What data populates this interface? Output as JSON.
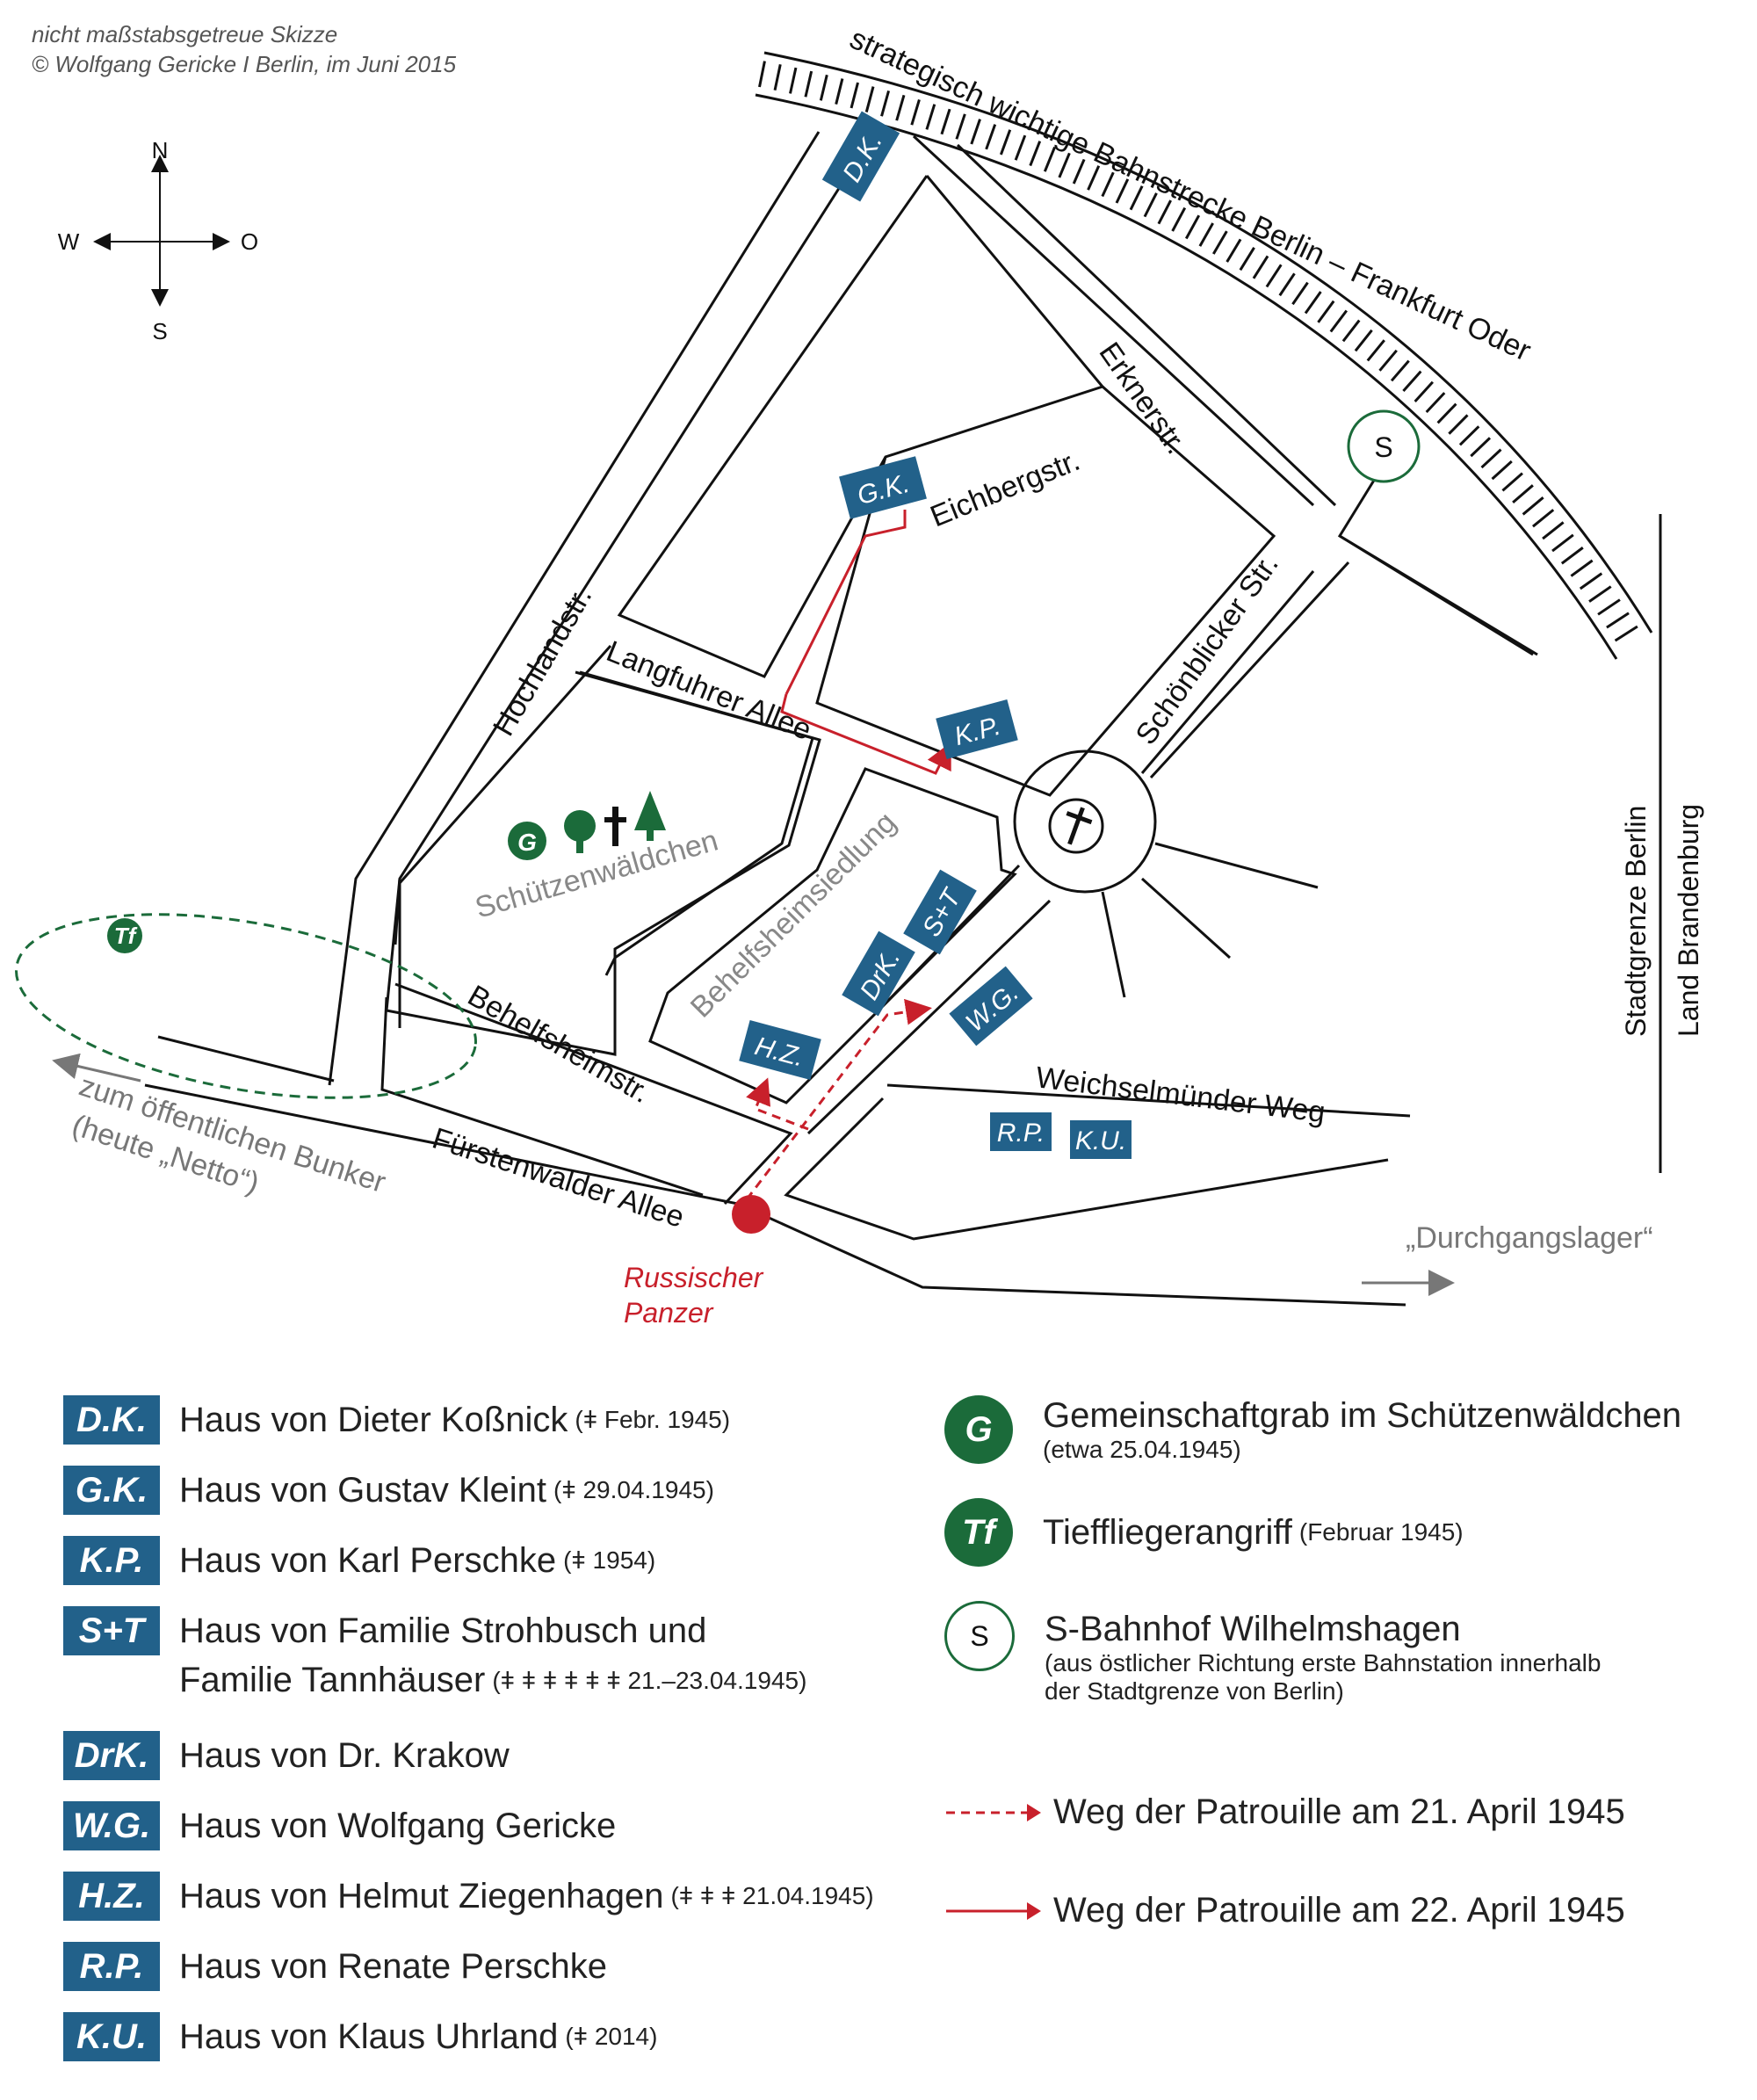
{
  "credit": {
    "line1": "nicht maßstabsgetreue Skizze",
    "line2": "© Wolfgang Gericke I Berlin, im Juni 2015"
  },
  "compass": {
    "n": "N",
    "s": "S",
    "w": "W",
    "o": "O"
  },
  "colors": {
    "badge": "#22618a",
    "green": "#1b6b3a",
    "red": "#c8202b",
    "gray": "#777777"
  },
  "map_labels": {
    "railway": "strategisch wichtige Bahnstrecke Berlin – Frankfurt Oder",
    "station": "S",
    "erknerstr": "Erknerstr.",
    "eichbergstr": "Eichbergstr.",
    "schoenblicker": "Schönblicker Str.",
    "hochlandstr": "Hochlandstr.",
    "langfuhrer": "Langfuhrer Allee",
    "schuetzenwaeldchen": "Schützenwäldchen",
    "behelfsheimsiedlung": "Behelfsheimsiedlung",
    "behelfsheimstr": "Behelfsheimstr.",
    "fuerstenwalder": "Fürstenwalder Allee",
    "weichselmuender": "Weichselmünder Weg",
    "bunker1": "zum öffentlichen Bunker",
    "bunker2": "(heute „Netto“)",
    "durchgangslager": "„Durchgangslager“",
    "border1": "Stadtgrenze Berlin",
    "border2": "Land Brandenburg",
    "panzer1": "Russischer",
    "panzer2": "Panzer",
    "g": "G",
    "tf": "Tf"
  },
  "map_badges": {
    "dk": "D.K.",
    "gk": "G.K.",
    "kp": "K.P.",
    "st": "S+T",
    "drk": "DrK.",
    "wg": "W.G.",
    "hz": "H.Z.",
    "rp": "R.P.",
    "ku": "K.U."
  },
  "legend_left": [
    {
      "code": "D.K.",
      "text": "Haus von Dieter Koßnick",
      "note": "(ǂ Febr. 1945)"
    },
    {
      "code": "G.K.",
      "text": "Haus von Gustav Kleint",
      "note": "(ǂ 29.04.1945)"
    },
    {
      "code": "K.P.",
      "text": "Haus von Karl Perschke",
      "note": "(ǂ 1954)"
    },
    {
      "code": "S+T",
      "text": "Haus von Familie Strohbusch und",
      "text2": "Familie Tannhäuser",
      "note": "(ǂ ǂ ǂ ǂ ǂ ǂ 21.–23.04.1945)"
    },
    {
      "code": "DrK.",
      "text": "Haus von Dr. Krakow",
      "note": ""
    },
    {
      "code": "W.G.",
      "text": "Haus von Wolfgang Gericke",
      "note": ""
    },
    {
      "code": "H.Z.",
      "text": "Haus von Helmut Ziegenhagen",
      "note": "(ǂ ǂ ǂ 21.04.1945)"
    },
    {
      "code": "R.P.",
      "text": "Haus von Renate Perschke",
      "note": ""
    },
    {
      "code": "K.U.",
      "text": "Haus von Klaus Uhrland",
      "note": "(ǂ 2014)"
    }
  ],
  "legend_right": {
    "g": {
      "symbol": "G",
      "text": "Gemeinschaftgrab im Schützenwäldchen",
      "sub": "(etwa 25.04.1945)"
    },
    "tf": {
      "symbol": "Tf",
      "text": "Tieffliegerangriff",
      "note": "(Februar 1945)"
    },
    "s": {
      "symbol": "S",
      "text": "S-Bahnhof Wilhelmshagen",
      "sub1": "(aus östlicher Richtung erste Bahnstation innerhalb",
      "sub2": "der Stadtgrenze von Berlin)"
    },
    "route21": "Weg der Patrouille am 21. April 1945",
    "route22": "Weg der Patrouille am 22. April 1945"
  }
}
